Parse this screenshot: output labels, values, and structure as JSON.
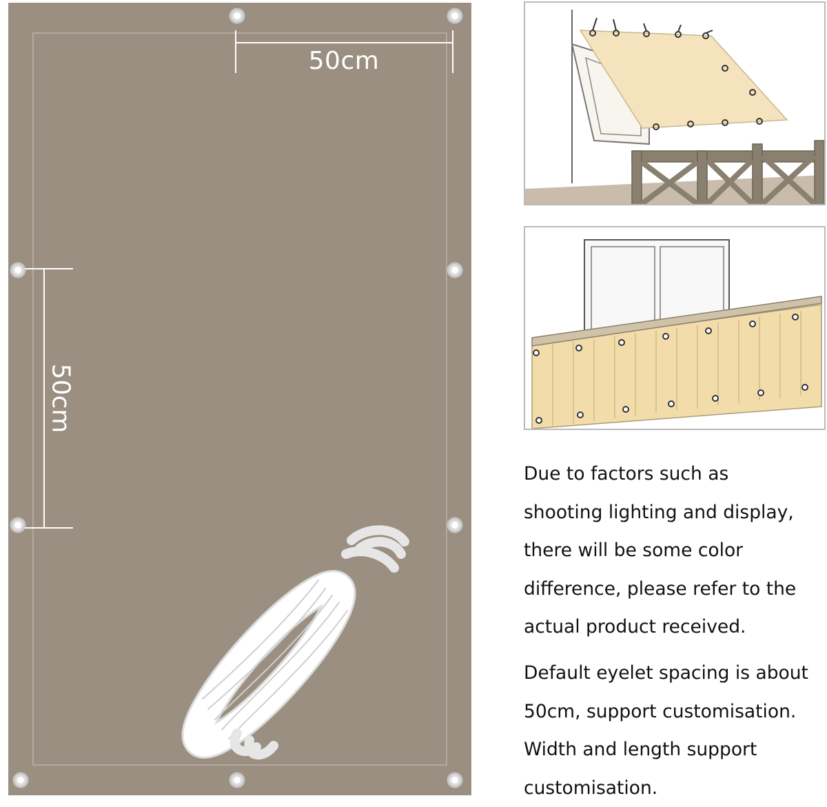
{
  "panel": {
    "color": "#9a8f80",
    "border_color": "#b3aa9d",
    "eyelet_color": "#e9e9e9"
  },
  "dimensions": {
    "horizontal_label": "50cm",
    "vertical_label": "50cm"
  },
  "rope": {
    "icon": "rope-coil-icon",
    "color": "#ffffff"
  },
  "illustrations": [
    {
      "name": "awning-illustration",
      "shade_color": "#f4e3bd"
    },
    {
      "name": "balcony-railing-illustration",
      "shade_color": "#f2dcaa"
    }
  ],
  "notes": {
    "color_notice_lines": [
      "Due to factors such as",
      "shooting lighting and display,",
      "there will be some color",
      "difference, please refer to the",
      "actual product received."
    ],
    "eyelet_notice_lines": [
      "Default eyelet spacing is about",
      "50cm, support customisation.",
      "Width and length support",
      "customisation."
    ]
  }
}
